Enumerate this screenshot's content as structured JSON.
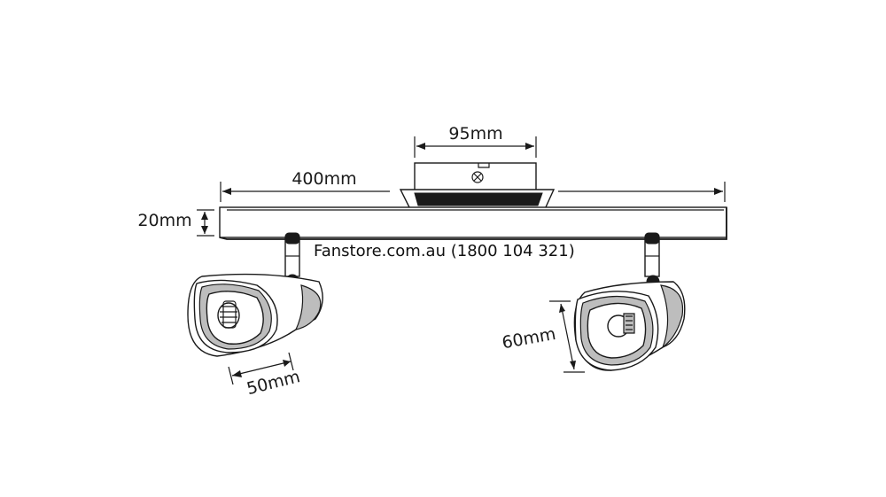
{
  "brand_text": "Fanstore.com.au (1800 104 321)",
  "dimensions": {
    "base_width": "95mm",
    "bar_length": "400mm",
    "bar_height": "20mm",
    "shade_depth": "50mm",
    "shade_height": "60mm"
  },
  "colors": {
    "line": "#1a1a1a",
    "shade_fill": "#bdbdbd",
    "background": "#ffffff"
  }
}
